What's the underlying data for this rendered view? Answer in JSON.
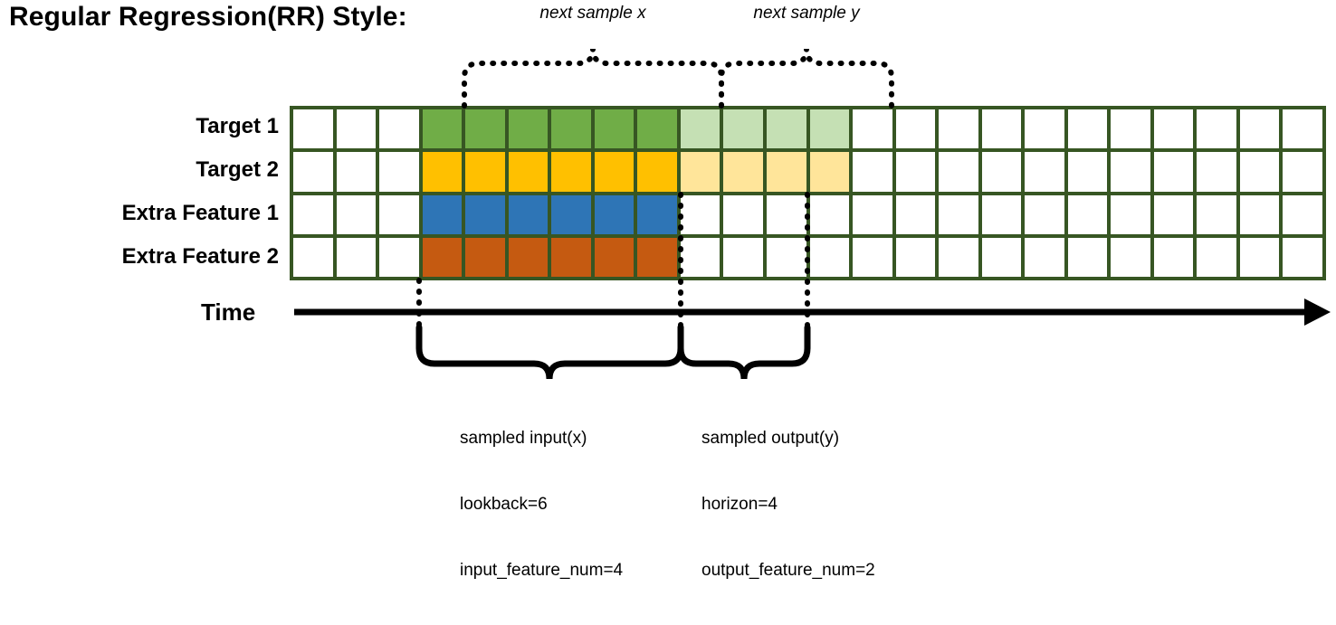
{
  "title": "Regular Regression(RR) Style:",
  "row_labels": [
    {
      "name": "target-1",
      "label": "Target 1"
    },
    {
      "name": "target-2",
      "label": "Target 2"
    },
    {
      "name": "extra-feature-1",
      "label": "Extra Feature 1"
    },
    {
      "name": "extra-feature-2",
      "label": "Extra Feature 2"
    }
  ],
  "axis": {
    "label": "Time",
    "arrow": "right-arrow-icon"
  },
  "top_braces": [
    {
      "name": "next-sample-x",
      "label": "next sample x"
    },
    {
      "name": "next-sample-y",
      "label": "next sample y"
    }
  ],
  "bottom_braces": [
    {
      "name": "sampled-input",
      "lines": [
        "sampled input(x)",
        "lookback=6",
        "input_feature_num=4"
      ]
    },
    {
      "name": "sampled-output",
      "lines": [
        "sampled output(y)",
        "horizon=4",
        "output_feature_num=2"
      ]
    }
  ],
  "colors": {
    "grid_border": "#375623",
    "empty": "#ffffff",
    "target1_input": "#70ad47",
    "target1_output": "#c5e0b4",
    "target2_input": "#ffc000",
    "target2_output": "#ffe59a",
    "extra1_input": "#2e75b6",
    "extra2_input": "#c55a11",
    "line": "#000000"
  },
  "grid": {
    "columns": 24,
    "rows": 4,
    "input_start_col": 4,
    "input_end_col": 9,
    "output_start_col": 10,
    "output_end_col": 13,
    "cells": [
      [
        "#ffffff",
        "#ffffff",
        "#ffffff",
        "#70ad47",
        "#70ad47",
        "#70ad47",
        "#70ad47",
        "#70ad47",
        "#70ad47",
        "#c5e0b4",
        "#c5e0b4",
        "#c5e0b4",
        "#c5e0b4",
        "#ffffff",
        "#ffffff",
        "#ffffff",
        "#ffffff",
        "#ffffff",
        "#ffffff",
        "#ffffff",
        "#ffffff",
        "#ffffff",
        "#ffffff",
        "#ffffff"
      ],
      [
        "#ffffff",
        "#ffffff",
        "#ffffff",
        "#ffc000",
        "#ffc000",
        "#ffc000",
        "#ffc000",
        "#ffc000",
        "#ffc000",
        "#ffe59a",
        "#ffe59a",
        "#ffe59a",
        "#ffe59a",
        "#ffffff",
        "#ffffff",
        "#ffffff",
        "#ffffff",
        "#ffffff",
        "#ffffff",
        "#ffffff",
        "#ffffff",
        "#ffffff",
        "#ffffff",
        "#ffffff"
      ],
      [
        "#ffffff",
        "#ffffff",
        "#ffffff",
        "#2e75b6",
        "#2e75b6",
        "#2e75b6",
        "#2e75b6",
        "#2e75b6",
        "#2e75b6",
        "#ffffff",
        "#ffffff",
        "#ffffff",
        "#ffffff",
        "#ffffff",
        "#ffffff",
        "#ffffff",
        "#ffffff",
        "#ffffff",
        "#ffffff",
        "#ffffff",
        "#ffffff",
        "#ffffff",
        "#ffffff",
        "#ffffff"
      ],
      [
        "#ffffff",
        "#ffffff",
        "#ffffff",
        "#c55a11",
        "#c55a11",
        "#c55a11",
        "#c55a11",
        "#c55a11",
        "#c55a11",
        "#ffffff",
        "#ffffff",
        "#ffffff",
        "#ffffff",
        "#ffffff",
        "#ffffff",
        "#ffffff",
        "#ffffff",
        "#ffffff",
        "#ffffff",
        "#ffffff",
        "#ffffff",
        "#ffffff",
        "#ffffff",
        "#ffffff"
      ]
    ]
  }
}
